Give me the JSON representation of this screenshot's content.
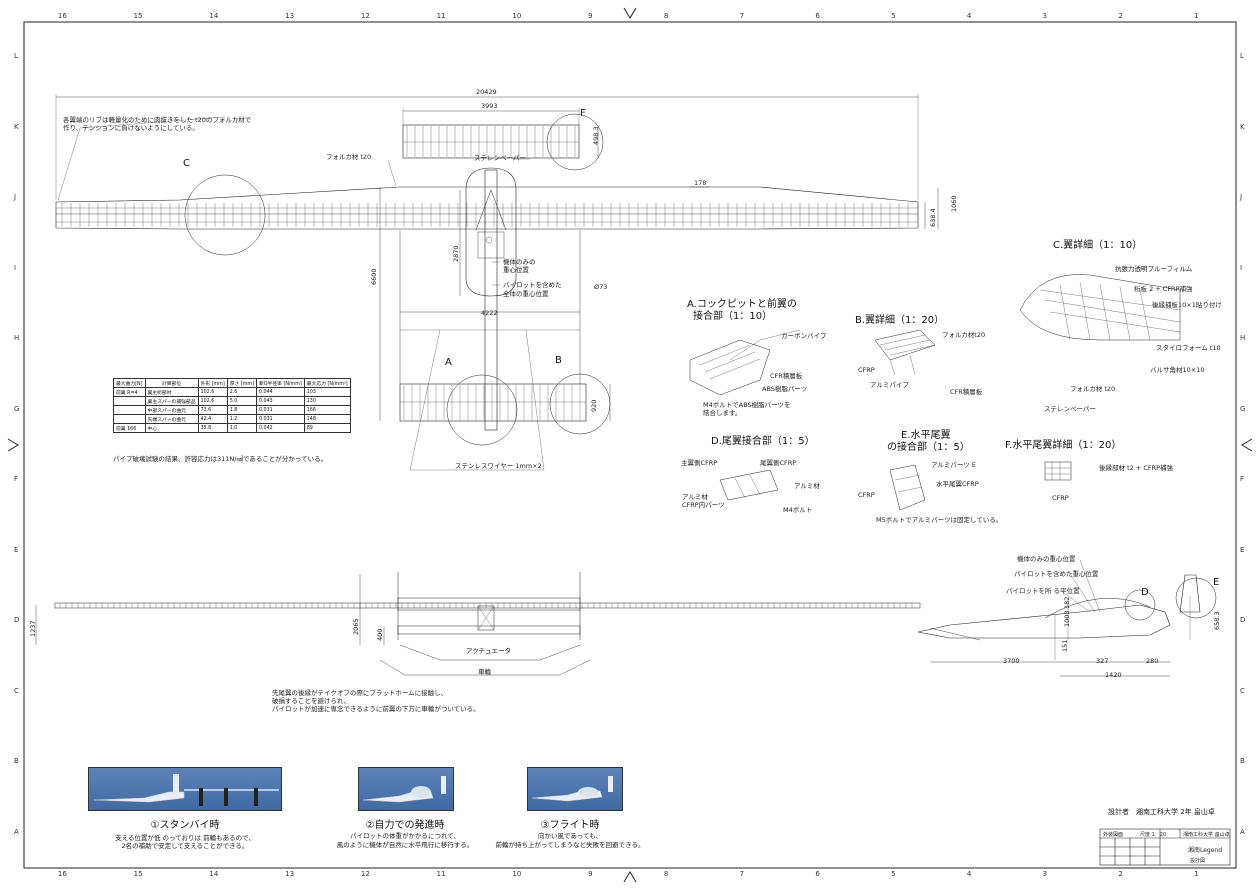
{
  "border": {
    "columns": [
      "16",
      "15",
      "14",
      "13",
      "12",
      "11",
      "10",
      "9",
      "8",
      "7",
      "6",
      "5",
      "4",
      "3",
      "2",
      "1"
    ],
    "rows": [
      "L",
      "K",
      "J",
      "I",
      "H",
      "G",
      "F",
      "E",
      "D",
      "C",
      "B",
      "A"
    ]
  },
  "top_view": {
    "span": "20429",
    "tail_span": "3993",
    "fuselage_length": "6600",
    "canard_width": "4222",
    "cg_to_nose": "2870",
    "main_chord": "638.4",
    "main_chord2": "1060",
    "tail_chord": "498.3",
    "canard_chord": "920",
    "rib_spacing": "178",
    "tube_dia": "Ø73",
    "markers": {
      "c": "C",
      "f": "F",
      "a": "A",
      "b": "B"
    },
    "notes": {
      "rib_note_1": "各翼端のリブは軽量化のために肉抜きをした t20のフォルカ材で",
      "rib_note_2": "作り、テンションに負けないようにしている。",
      "folcalite": "フォルカ材 t20",
      "stainless_paper": "ステレンペーパー",
      "airframe_cg_1": "機体のみの",
      "airframe_cg_2": "重心位置",
      "pilot_cg_1": "パイロットを含めた",
      "pilot_cg_2": "全体の重心位置",
      "wire": "ステンレスワイヤー 1mm×2"
    }
  },
  "stress_table": {
    "headers": [
      "最大曲力[N]",
      "計算部位",
      "外形 [mm]",
      "厚さ [mm]",
      "断Q半径率 [N/mm]",
      "最大応力 [N/mm²]"
    ],
    "rows": [
      [
        "前翼 R=4",
        "翼主桁部材",
        "102.6",
        "2.6",
        "0.044",
        "103"
      ],
      [
        "",
        "翼主スパーの補強部品",
        "102.6",
        "5.0",
        "0.043",
        "130"
      ],
      [
        "",
        "中部スパーの曲元",
        "73.6",
        "1.8",
        "0.031",
        "166"
      ],
      [
        "",
        "先端スパーの曲元",
        "42.4",
        "1.2",
        "0.031",
        "148"
      ],
      [
        "前翼 166",
        "中心",
        "35.8",
        "1.0",
        "0.042",
        "89"
      ]
    ],
    "note": "パイプ破壊試験の結果、許容応力は311N/㎟であることが分かっている。"
  },
  "details": {
    "a_title_1": "A.コックピットと前翼の",
    "a_title_2": "接合部（1：10）",
    "a_labels": [
      "カーボンパイプ",
      "CFR積層板",
      "ABS樹脂パーツ"
    ],
    "a_note_1": "M4ボルトでABS樹脂パーツを",
    "a_note_2": "結合します。",
    "b_title": "B.翼詳細（1：20）",
    "b_labels": [
      "フォルカ材t20",
      "CFRP",
      "アルミパイプ",
      "CFR積層板"
    ],
    "c_title": "C.翼詳細（1：10）",
    "c_labels": [
      "抗張力透明プルーフィルム",
      "桁板 2 + CFRP補強",
      "後縁補板10×1貼り付け",
      "スタイロフォーム t10",
      "バルサ角材10×10",
      "フォルカ材 t20",
      "ステレンペーパー"
    ],
    "d_title": "D.尾翼接合部（1：5）",
    "d_labels": [
      "主翼側CFRP",
      "尾翼側CFRP",
      "アルミ材",
      "アルミ材",
      "CFRP内パーツ",
      "M4ボルト"
    ],
    "e_title_1": "E.水平尾翼",
    "e_title_2": "の接合部（1：5）",
    "e_labels": [
      "アルミパーツ E",
      "水平尾翼CFRP",
      "CFRP"
    ],
    "e_note": "M5ボルトでアルミパーツは固定している。",
    "f_title": "F.水平尾翼詳細（1：20）",
    "f_labels": [
      "後縁部材 t2 + CFRP補強",
      "CFRP"
    ]
  },
  "front_view": {
    "height": "1237",
    "height2": "2065",
    "gap": "400",
    "actuator": "アクチュエータ",
    "wheelbase": "車輪",
    "note_1": "先尾翼の後縁がテイクオフの際にプラットホームに接触し、",
    "note_2": "破損することを避けられ、",
    "note_3": "パイロットが加速に専念できるように前翼の下方に車輪がついている。"
  },
  "side_view": {
    "airframe_cg": "機体のみの重心位置",
    "pilot_cg": "パイロットを含めた重心位置",
    "pilot_only_cg": "パイロットを所 る平位置",
    "marker_d": "D",
    "marker_e": "E",
    "dims": [
      "3700",
      "327",
      "280",
      "1420",
      "151",
      "1003",
      "182",
      "658.3"
    ]
  },
  "photos": [
    {
      "title": "①スタンバイ時",
      "line1": "支える位置が低 のっておりは 前輪もあるので、",
      "line2": "2名の補助で安定して支えることができる。"
    },
    {
      "title": "②自力での発進時",
      "line1": "パイロットの体重がかかるにつれて、",
      "line2": "風のように機体が自然に水平飛行に移行する。"
    },
    {
      "title": "③フライト時",
      "line1": "向かい風であっても、",
      "line2": "前輪が持ち上がってしまうなど失敗を回避できる。"
    }
  ],
  "designer": "設計者　湘南工科大学 2年 畠山卓",
  "title_block": {
    "scale": "尺度 1：20",
    "school": "湘南工科大学 畠山卓",
    "name": "湘南Legend",
    "sheet": "設計図",
    "material": "外装図面"
  }
}
